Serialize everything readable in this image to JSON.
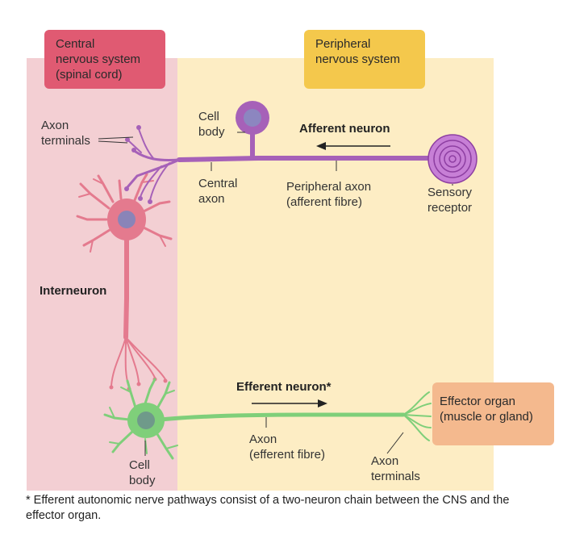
{
  "regions": {
    "cns": "Central\nnervous system\n(spinal cord)",
    "pns": "Peripheral\nnervous system"
  },
  "labels": {
    "axon_terminals_top": "Axon\nterminals",
    "cell_body_top": "Cell\nbody",
    "afferent_neuron": "Afferent neuron",
    "central_axon": "Central\naxon",
    "peripheral_axon": "Peripheral axon\n(afferent fibre)",
    "sensory_receptor": "Sensory\nreceptor",
    "interneuron": "Interneuron",
    "efferent_neuron": "Efferent neuron*",
    "effector_organ": "Effector organ\n(muscle or gland)",
    "axon_efferent": "Axon\n(efferent fibre)",
    "axon_terminals_bottom": "Axon\nterminals",
    "cell_body_bottom": "Cell\nbody"
  },
  "footnote": "* Efferent autonomic nerve pathways consist of a two-neuron chain between the CNS and the effector organ.",
  "colors": {
    "cns_bg": "#f3cfd3",
    "pns_bg": "#fdedc4",
    "cns_label": "#e05a72",
    "pns_label": "#f4c84c",
    "effector": "#f4b98e",
    "afferent": "#a661b8",
    "interneuron": "#e47a8e",
    "efferent": "#7fcf7a"
  }
}
